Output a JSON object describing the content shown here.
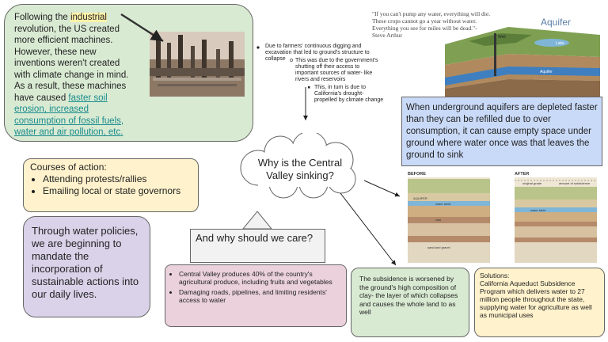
{
  "revolution": {
    "pre": "Following the ",
    "hl": "industrial",
    "post": " revolution, the US created more efficient machines. However, these new inventions weren't created with climate change in mind. As a result, these machines have caused ",
    "link": "faster soil erosion, increased consumption of fossil fuels, water and air pollution, etc."
  },
  "quote": "\"If you can't pump any water, everything will die. These crops cannot go a year without water. Everything you see for miles will be dead.\"- Steve Arthur",
  "farmers_note": "Due to farmers' continuous digging and excavation that led to ground's structure to collapse",
  "government_note": "This was due to the government's shutting off their access to important sources of water- like rivers and reservoirs",
  "drought_note": "This, in turn is due to California's drought- propelled by climate change",
  "aquifer": {
    "title": "Aquifer",
    "text": "When underground aquifers are depleted faster than they can be refilled due to over consumption, it can cause empty space under ground where water once was that leaves the ground to sink",
    "labels": [
      "Lake",
      "Aquifer",
      "Well"
    ]
  },
  "cloud": "Why is the Central Valley sinking?",
  "courses": {
    "title": "Courses of action:",
    "items": [
      "Attending protests/rallies",
      "Emailing local or state governors"
    ]
  },
  "policies": "Through water policies, we are beginning to mandate the incorporation of sustainable actions into our daily lives.",
  "why_care": "And why should we care?",
  "produce": {
    "items": [
      "Central Valley produces 40% of the country's agricultural produce, including fruits and vegetables",
      "Damaging roads, pipelines, and limiting residents' access to water"
    ]
  },
  "subsidence": "The subsidence is worsened by the ground's high composition of clay- the layer of which collapses and causes the whole land to as well",
  "solutions": {
    "title": "Solutions:",
    "text": "California Aqueduct Subsidence Program which delivers water to 27 million people throughout the state, supplying water for agriculture as well as municipal uses"
  },
  "before_after": {
    "before": "BEFORE",
    "after": "AFTER",
    "layer_labels": [
      "AQUIFER",
      "water table",
      "clay",
      "sand and gravel",
      "original grade",
      "amount of subsidence",
      "water table"
    ]
  },
  "colors": {
    "green": "#d9ead3",
    "yellow": "#fff2cc",
    "purple": "#d9d2e9",
    "pink": "#ead1dc",
    "blue": "#c9daf8",
    "link": "#1a8c8c"
  }
}
